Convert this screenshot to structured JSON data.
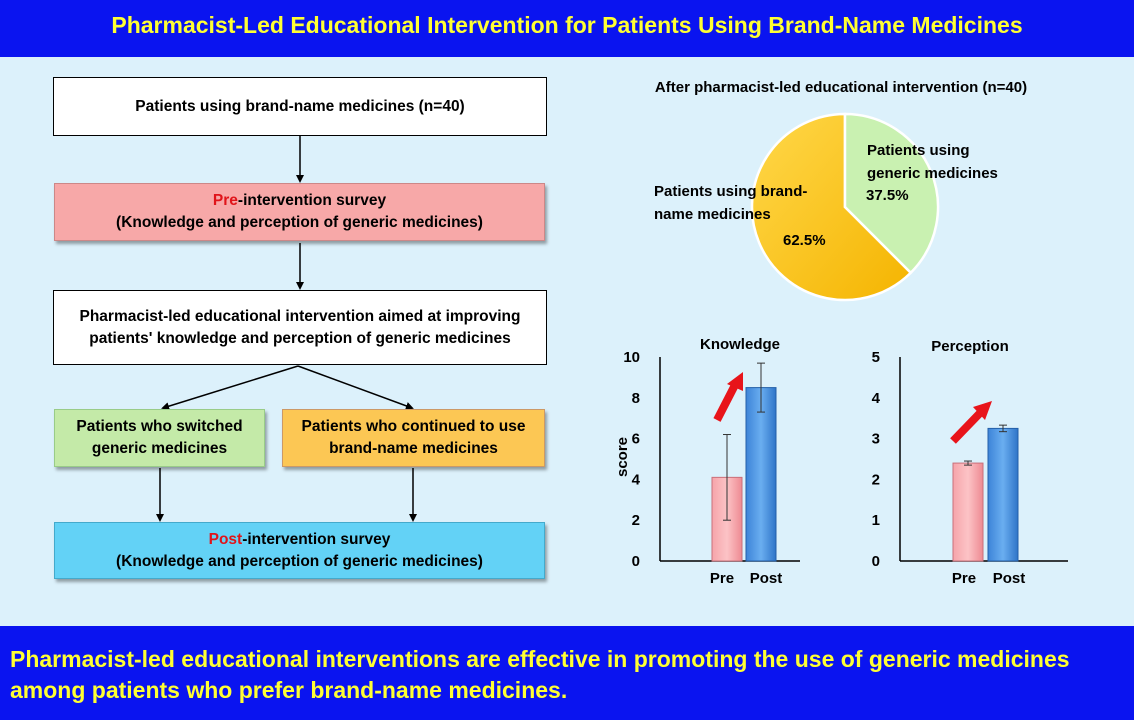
{
  "title": "Pharmacist-Led Educational Intervention for Patients Using Brand-Name Medicines",
  "flow": {
    "box1": "Patients using brand-name medicines (n=40)",
    "box2_prefix": "Pre",
    "box2_rest": "-intervention survey",
    "box2_line2": "(Knowledge and perception of generic medicines)",
    "box3": "Pharmacist-led educational intervention aimed at improving patients' knowledge and perception of generic medicines",
    "box4": "Patients who switched generic medicines",
    "box5": "Patients who continued to use brand-name medicines",
    "box6_prefix": "Post",
    "box6_rest": "-intervention survey",
    "box6_line2": "(Knowledge and perception of generic medicines)"
  },
  "colors": {
    "banner": "#0a14f0",
    "banner_text": "#ffff33",
    "box_pink": "#f7a8a8",
    "box_green": "#c4eaa8",
    "box_orange": "#fcc754",
    "box_blue": "#63d2f6",
    "pie_brand": "#ffc800",
    "pie_generic": "#c9f1b1",
    "bar_pre": "#f39aa0",
    "bar_post": "#4a90dd",
    "arrow_red": "#e8141a"
  },
  "chart_data": [
    {
      "type": "pie",
      "title": "After pharmacist-led educational intervention (n=40)",
      "slices": [
        {
          "label": "Patients using brand-name medicines",
          "value": 62.5,
          "value_label": "62.5%"
        },
        {
          "label": "Patients using generic medicines",
          "value": 37.5,
          "value_label": "37.5%"
        }
      ]
    },
    {
      "type": "bar",
      "title": "Knowledge",
      "categories": [
        "Pre",
        "Post"
      ],
      "values": [
        4.1,
        8.5
      ],
      "error": [
        2.1,
        1.2
      ],
      "ylabel": "score",
      "ylim": [
        0,
        10
      ],
      "yticks": [
        "0",
        "2",
        "4",
        "6",
        "8",
        "10"
      ]
    },
    {
      "type": "bar",
      "title": "Perception",
      "categories": [
        "Pre",
        "Post"
      ],
      "values": [
        2.4,
        3.25
      ],
      "error": [
        0.05,
        0.08
      ],
      "ylabel": "",
      "ylim": [
        0,
        5
      ],
      "yticks": [
        "0",
        "1",
        "2",
        "3",
        "4",
        "5"
      ]
    }
  ],
  "conclusion": "Pharmacist-led educational interventions are effective in promoting the use of generic medicines among patients who prefer brand-name medicines."
}
